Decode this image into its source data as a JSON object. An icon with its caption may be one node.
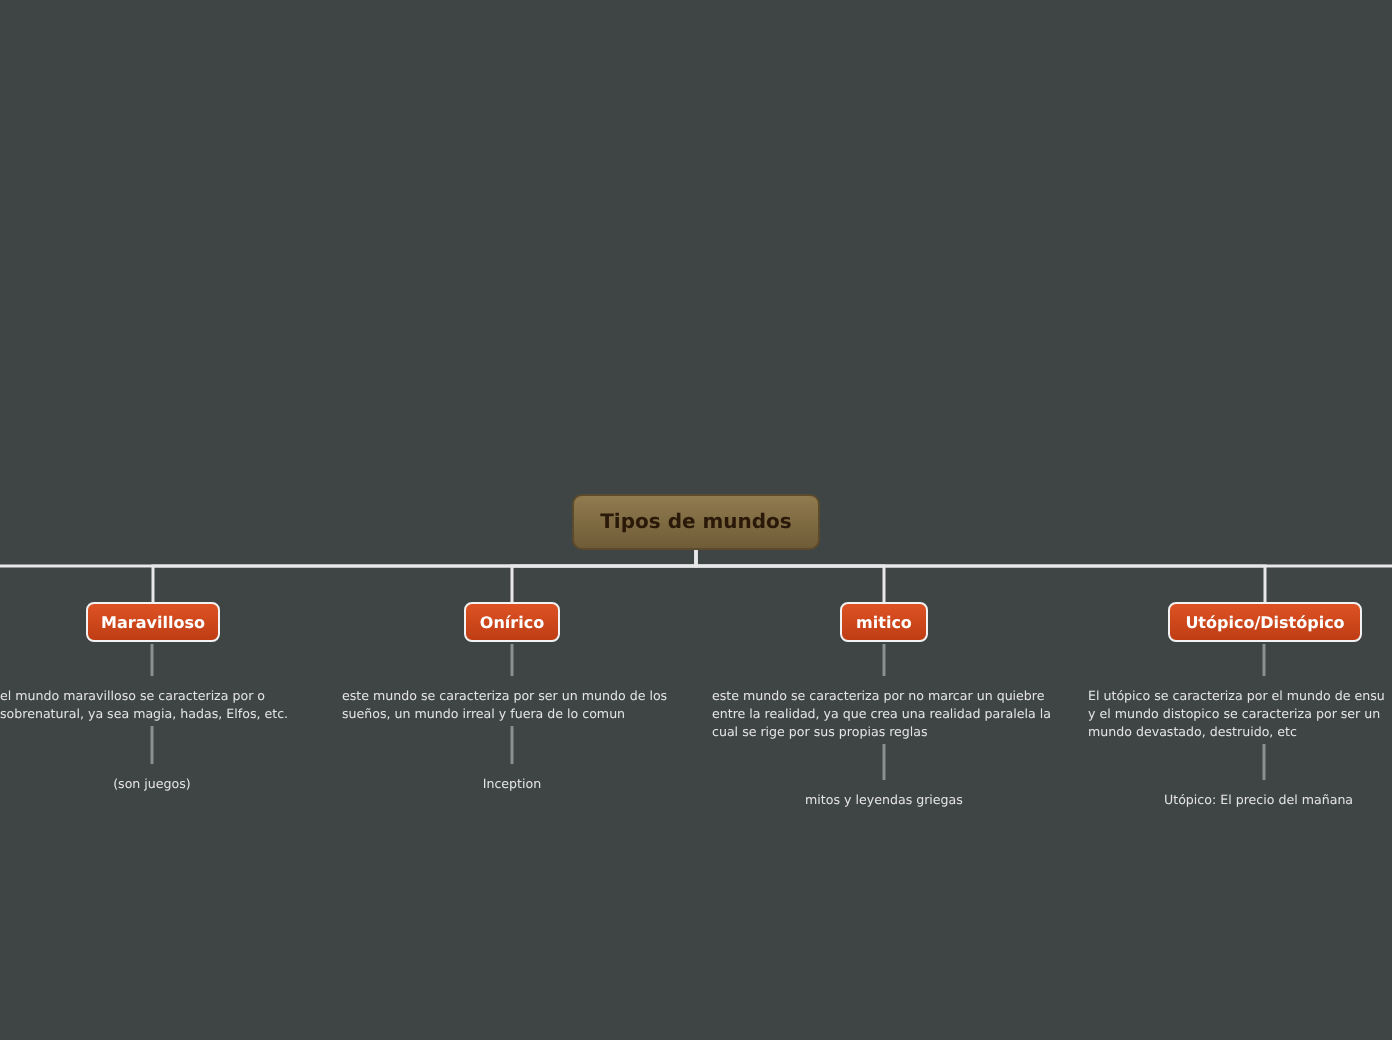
{
  "diagram": {
    "nodes": [
      {
        "text": [
          "Tipos de mundos"
        ]
      },
      {
        "text": [
          "Maravilloso"
        ]
      },
      {
        "text": [
          "el mundo maravilloso se caracteriza por o sobrenatural, ya sea magia, hadas, Elfos, etc."
        ]
      },
      {
        "text": [
          "(son juegos)"
        ]
      },
      {
        "text": [
          "Onírico"
        ]
      },
      {
        "text": [
          "este mundo se caracteriza por ser un mundo de los sueños, un mundo irreal y fuera de lo comun"
        ]
      },
      {
        "text": [
          "Inception"
        ]
      },
      {
        "text": [
          "mitico"
        ]
      },
      {
        "text": [
          "este mundo se caracteriza por no marcar un quiebre entre la realidad, ya que crea una realidad paralela la cual se rige por sus propias reglas"
        ]
      },
      {
        "text": [
          "mitos y leyendas griegas"
        ]
      },
      {
        "text": [
          "Utópico/Distópico"
        ]
      },
      {
        "text": [
          "El utópico se caracteriza por el mundo de ensu y el mundo distopico se caracteriza por ser un mundo devastado, destruido, etc"
        ]
      },
      {
        "text": [
          "Utópico: El precio del mañana"
        ]
      }
    ],
    "edges": [
      {
        "from": 0,
        "to": 1,
        "arrow": "none",
        "color": "#e8e8e8"
      },
      {
        "from": 0,
        "to": 4,
        "arrow": "none",
        "color": "#e8e8e8"
      },
      {
        "from": 0,
        "to": 7,
        "arrow": "none",
        "color": "#e8e8e8"
      },
      {
        "from": 0,
        "to": 10,
        "arrow": "none",
        "color": "#e8e8e8"
      },
      {
        "from": 1,
        "to": 2,
        "arrow": "none"
      },
      {
        "from": 2,
        "to": 3,
        "arrow": "none"
      },
      {
        "from": 4,
        "to": 5,
        "arrow": "none"
      },
      {
        "from": 5,
        "to": 6,
        "arrow": "none"
      },
      {
        "from": 7,
        "to": 8,
        "arrow": "none"
      },
      {
        "from": 8,
        "to": 9,
        "arrow": "none"
      },
      {
        "from": 10,
        "to": 11,
        "arrow": "none"
      },
      {
        "from": 11,
        "to": 12,
        "arrow": "none"
      }
    ]
  }
}
